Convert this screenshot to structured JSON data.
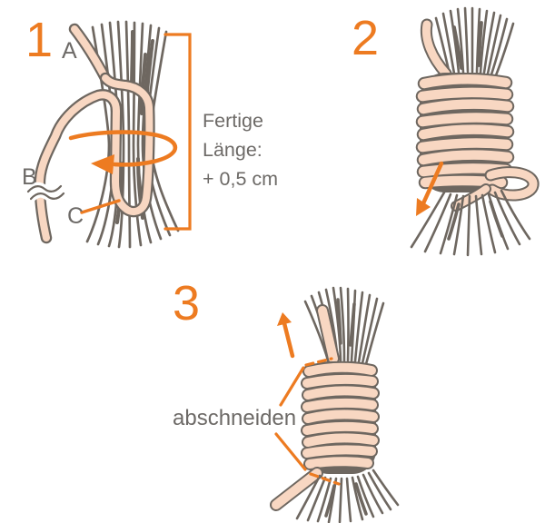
{
  "colors": {
    "accent_orange": "#ed7b21",
    "text_gray": "#6d6a67",
    "cord_peach": "#f8d7c2",
    "line_dark": "#6e6760",
    "background": "#ffffff"
  },
  "step1": {
    "number": "1",
    "label_a": "A",
    "label_b": "B",
    "label_c": "C",
    "measure_line1": "Fertige",
    "measure_line2": "Länge:",
    "measure_line3": "+ 0,5 cm"
  },
  "step2": {
    "number": "2"
  },
  "step3": {
    "number": "3",
    "cut_label": "abschneiden"
  }
}
